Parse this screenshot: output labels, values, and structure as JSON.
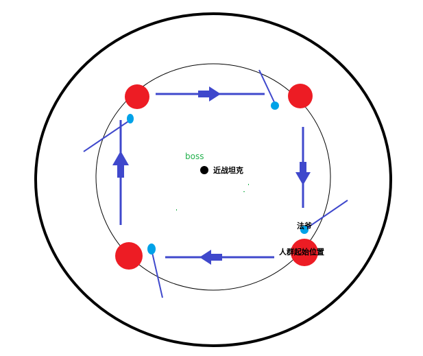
{
  "labels": {
    "boss": "boss",
    "tank": "近战坦克",
    "mage": "法爷",
    "start": "人群起始位置"
  },
  "colors": {
    "outer_ring": "#000000",
    "inner_ring": "#000000",
    "red_dot": "#ed1c24",
    "blue_dot": "#00a2e8",
    "path": "#3f48cc",
    "boss_dot": "#000000",
    "boss_label": "#22b14c",
    "text": "#000000"
  }
}
